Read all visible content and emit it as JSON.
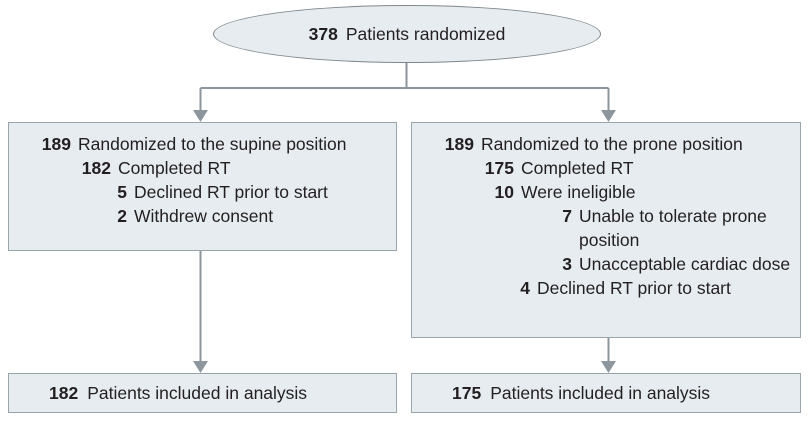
{
  "diagram": {
    "title": "CONSORT participant flow diagram",
    "colors": {
      "node_fill": "#e6ecf0",
      "node_border": "#9aa5ab",
      "connector": "#8c969c",
      "text": "#231f20",
      "background": "#ffffff"
    }
  },
  "enrollment": {
    "count": "378",
    "label": "Patients randomized"
  },
  "supine_arm": {
    "rows": [
      {
        "count": "189",
        "label": "Randomized to the supine position",
        "level": 0
      },
      {
        "count": "182",
        "label": "Completed RT",
        "level": 1
      },
      {
        "count": "5",
        "label": "Declined RT prior to start",
        "level": 2
      },
      {
        "count": "2",
        "label": "Withdrew consent",
        "level": 2
      }
    ]
  },
  "prone_arm": {
    "rows": [
      {
        "count": "189",
        "label": "Randomized to the prone position",
        "level": 0
      },
      {
        "count": "175",
        "label": "Completed RT",
        "level": 1
      },
      {
        "count": "10",
        "label": "Were ineligible",
        "level": 1
      },
      {
        "count": "7",
        "label": "Unable to tolerate prone position",
        "level": 3
      },
      {
        "count": "3",
        "label": "Unacceptable cardiac dose",
        "level": 3
      },
      {
        "count": "4",
        "label": "Declined RT prior to start",
        "level": 2
      }
    ]
  },
  "supine_analysis": {
    "count": "182",
    "label": "Patients included in analysis"
  },
  "prone_analysis": {
    "count": "175",
    "label": "Patients included in analysis"
  }
}
